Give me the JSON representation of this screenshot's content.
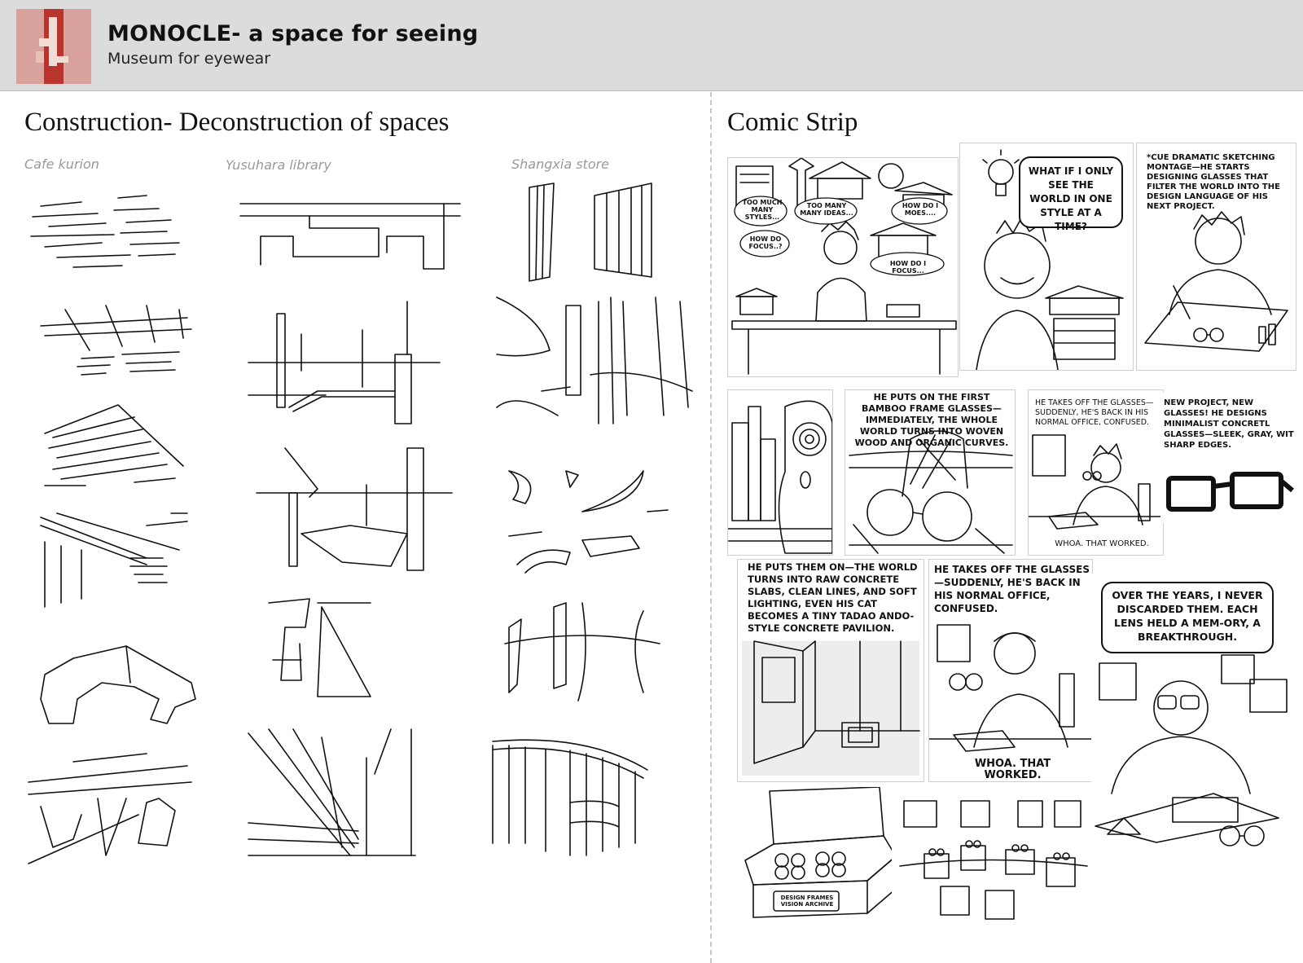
{
  "header": {
    "title": "MONOCLE- a space for seeing",
    "subtitle": "Museum for eyewear"
  },
  "left_section": {
    "title": "Construction- Deconstruction of spaces",
    "columns": [
      "Cafe kurion",
      "Yusuhara library",
      "Shangxia store"
    ]
  },
  "right_section": {
    "title": "Comic Strip",
    "panels": {
      "p1_thought_1": "TOO MUCH MANY STYLES...",
      "p1_thought_2": "TOO MANY MANY IDEAS...",
      "p1_thought_3": "HOW DO I MOES....",
      "p1_thought_4": "HOW DO FOCUS..?",
      "p1_thought_5": "HOW DO I FOCUS...",
      "p2_speech": "WHAT IF I ONLY SEE THE WORLD IN ONE STYLE AT A TIME?",
      "p3_caption": "*CUE DRAMATIC SKETCHING MONTAGE—HE STARTS DESIGNING GLASSES THAT FILTER THE WORLD INTO THE DESIGN LANGUAGE OF HIS NEXT PROJECT.",
      "p5_caption": "HE PUTS ON THE FIRST BAMBOO FRAME GLASSES—IMMEDIATELY, THE WHOLE WORLD TURNS INTO WOVEN WOOD AND ORGANIC CURVES.",
      "p6_caption": "HE TAKES OFF THE GLASSES—SUDDENLY, HE'S BACK IN HIS NORMAL OFFICE, CONFUSED.",
      "p6_bottom": "WHOA. THAT WORKED.",
      "p7_caption": "NEW PROJECT, NEW GLASSES! HE DESIGNS MINIMALIST CONCRETL GLASSES—SLEEK, GRAY, WIT SHARP EDGES.",
      "p8_caption": "HE PUTS THEM ON—THE WORLD TURNS INTO RAW CONCRETE SLABS, CLEAN LINES, AND SOFT LIGHTING, EVEN HIS CAT BECOMES A TINY TADAO ANDO-STYLE CONCRETE PAVILION.",
      "p9_caption": "HE TAKES OFF THE GLASSES—SUDDENLY, HE'S BACK IN HIS NORMAL OFFICE, CONFUSED.",
      "p9_bottom": "WHOA. THAT WORKED.",
      "p10_speech": "OVER THE YEARS, I NEVER DISCARDED THEM. EACH LENS HELD A MEM-ORY, A BREAKTHROUGH.",
      "p11_label": "DESIGN FRAMES VISION ARCHIVE"
    }
  }
}
